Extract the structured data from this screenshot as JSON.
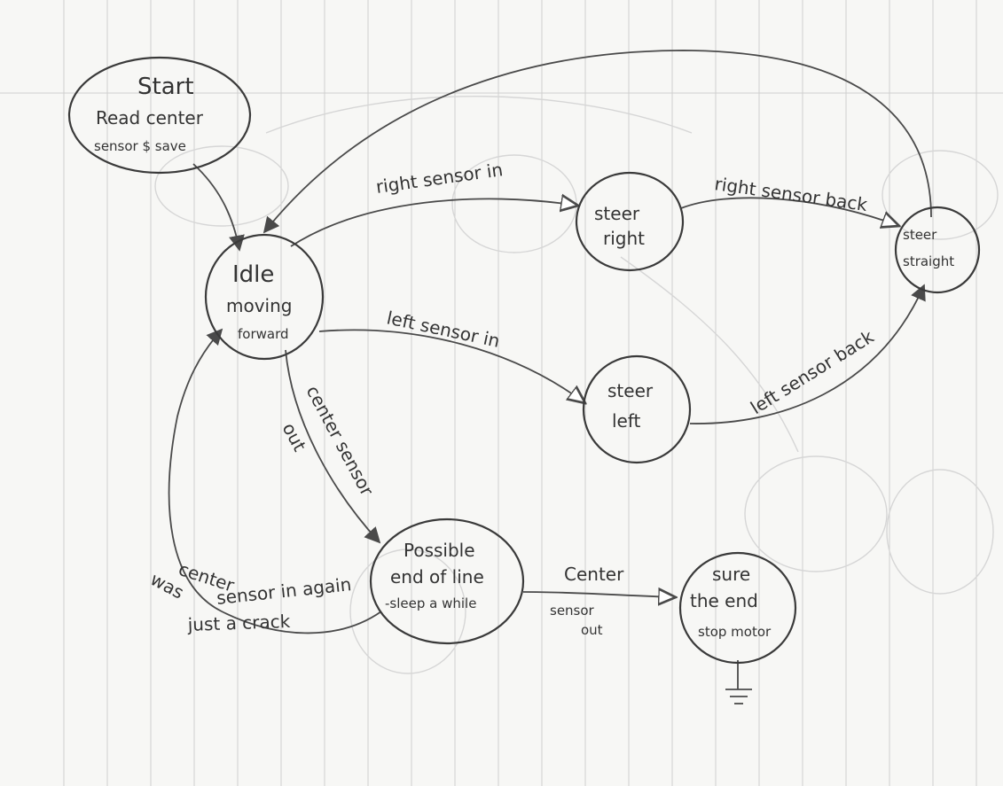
{
  "states": {
    "start": [
      "Start",
      "Read center",
      "sensor $ save"
    ],
    "idle": [
      "Idle",
      "moving",
      "forward"
    ],
    "steer_right": [
      "steer",
      "right"
    ],
    "steer_left": [
      "steer",
      "left"
    ],
    "steer_straight": [
      "steer",
      "straight"
    ],
    "possible_end": [
      "Possible",
      "end of line",
      "-sleep a while"
    ],
    "sure_end": [
      "sure",
      "the end",
      "stop motor"
    ]
  },
  "transitions": {
    "right_sensor_in": "right sensor in",
    "left_sensor_in": "left sensor in",
    "right_sensor_back": "right sensor back",
    "left_sensor_back": "left sensor back",
    "center_sensor_out": [
      "center sensor",
      "out"
    ],
    "center_sensor_in_again": [
      "center",
      "sensor in again"
    ],
    "was_just_a_crack": [
      "was",
      "just a crack"
    ],
    "center_sensor_out_2": [
      "Center",
      "sensor",
      "out"
    ]
  }
}
